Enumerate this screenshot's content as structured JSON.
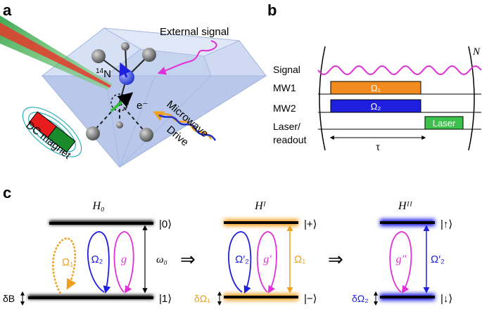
{
  "panels": {
    "a": "a",
    "b": "b",
    "c": "c"
  },
  "panel_a": {
    "external_signal": "External signal",
    "microwave": "Microwave",
    "drive": "Drive",
    "nitrogen": "14N",
    "nitrogen_sup": "14",
    "nitrogen_sym": "N",
    "electron": "e⁻",
    "magnet": "DC magnet",
    "colors": {
      "laser": "#2ea043",
      "laser_core": "#e33b2b",
      "signal": "#e030d8",
      "microwave_orange": "#f0a020",
      "microwave_blue": "#2030c8",
      "magnet_red": "#e81c1c",
      "magnet_green": "#1a8a2a",
      "diamond": "#c6d3ef"
    }
  },
  "panel_b": {
    "rows": [
      "Signal",
      "MW1",
      "MW2",
      "Laser/",
      "readout"
    ],
    "mw1_label": "Ω₁",
    "mw2_label": "Ω₂",
    "laser_label": "Laser",
    "tau": "τ",
    "repeat": "N",
    "colors": {
      "mw1": "#f28c1e",
      "mw2": "#1f1fe0",
      "laser": "#3cc24a",
      "signal": "#e030d8"
    }
  },
  "panel_c": {
    "h0": {
      "title": "H₀",
      "ket_top": "|0⟩",
      "ket_bottom": "|1⟩",
      "omega1": "Ω₁",
      "omega2": "Ω₂",
      "g": "g",
      "omega0": "ω₀",
      "delta": "δB"
    },
    "h1": {
      "title": "Hᴵ",
      "ket_top": "|+⟩",
      "ket_bottom": "|−⟩",
      "omega2": "Ω′₂",
      "g": "g′",
      "omega1": "Ω₁",
      "delta": "δΩ₁"
    },
    "h2": {
      "title": "Hᴵᴵ",
      "ket_top": "|↑⟩",
      "ket_bottom": "|↓⟩",
      "g": "g″",
      "omega2": "Ω′₂",
      "delta": "δΩ₂"
    },
    "implies": "⇒",
    "colors": {
      "h0_level": "#000000",
      "h1_level": "#f0a020",
      "h2_level": "#1f1fe0",
      "blue": "#1f1fe0",
      "magenta": "#e030d8",
      "orange": "#f0a020"
    }
  }
}
